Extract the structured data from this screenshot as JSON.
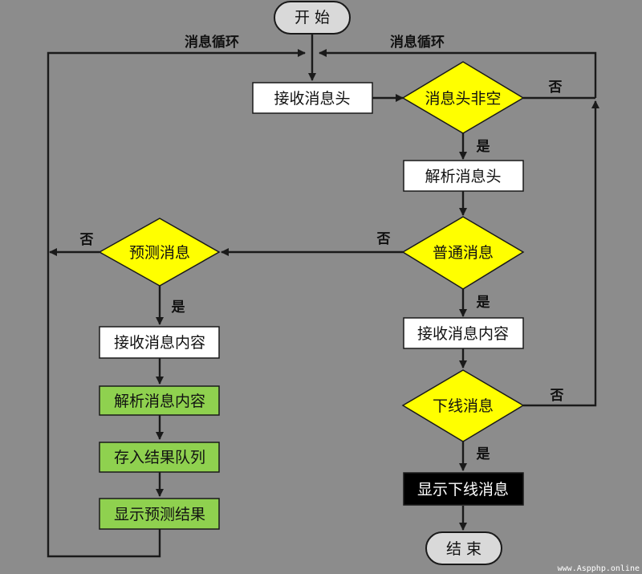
{
  "nodes": {
    "start": "开 始",
    "recv_header": "接收消息头",
    "header_nonempty": "消息头非空",
    "parse_header": "解析消息头",
    "normal_msg": "普通消息",
    "recv_content_right": "接收消息内容",
    "offline_msg": "下线消息",
    "show_offline": "显示下线消息",
    "end": "结 束",
    "predict_msg": "预测消息",
    "recv_content_left": "接收消息内容",
    "parse_content": "解析消息内容",
    "store_queue": "存入结果队列",
    "show_predict": "显示预测结果"
  },
  "labels": {
    "loop_left": "消息循环",
    "loop_right": "消息循环",
    "no_1": "否",
    "yes_1": "是",
    "no_2": "否",
    "yes_2": "是",
    "no_3": "否",
    "yes_3": "是",
    "no_4": "否",
    "yes_4": "是"
  },
  "watermark": "www.Aspphp.online",
  "colors": {
    "background": "#8c8c8c",
    "process_fill": "#ffffff",
    "decision_fill": "#ffff00",
    "green_fill": "#8fd14f",
    "dark_fill": "#000000",
    "terminal_fill": "#d9d9d9"
  }
}
